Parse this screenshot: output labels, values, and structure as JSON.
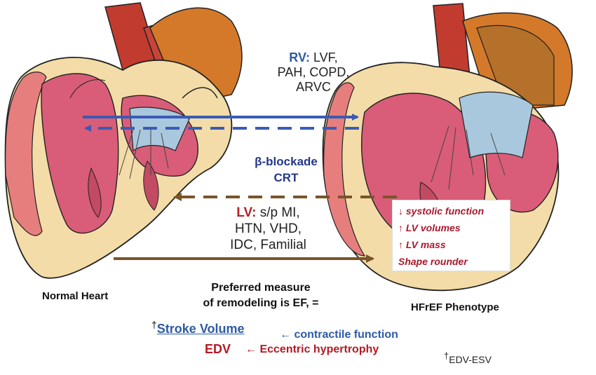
{
  "rv": {
    "label": "RV:",
    "causes": "LVF,",
    "causes2": "PAH, COPD,",
    "causes3": "ARVC"
  },
  "therapy": {
    "line1": "β-blockade",
    "line2": "CRT"
  },
  "lv": {
    "label": "LV:",
    "causes": "s/p MI,",
    "causes2": "HTN, VHD,",
    "causes3": "IDC, Familial"
  },
  "phenotype_box": {
    "items": [
      "↓ systolic function",
      "↑ LV volumes",
      "↑ LV mass",
      "Shape rounder"
    ]
  },
  "labels": {
    "normal": "Normal Heart",
    "hfref": "HFrEF Phenotype"
  },
  "measure": {
    "line1": "Preferred measure",
    "line2": "of remodeling is EF, ="
  },
  "stroke_volume": {
    "dagger": "†",
    "label": "Stroke Volume",
    "note": "← contractile function"
  },
  "edv": {
    "label": "EDV",
    "note": "← Eccentric hypertrophy"
  },
  "footnote": {
    "dagger": "†",
    "text": "EDV-ESV"
  },
  "colors": {
    "rv_arrow": "#3a5bb5",
    "lv_arrow": "#7a5528",
    "flesh": "#f3dca8",
    "muscle": "#d95d78",
    "red_text": "#a8192b",
    "blue_text": "#2d5aa6"
  }
}
